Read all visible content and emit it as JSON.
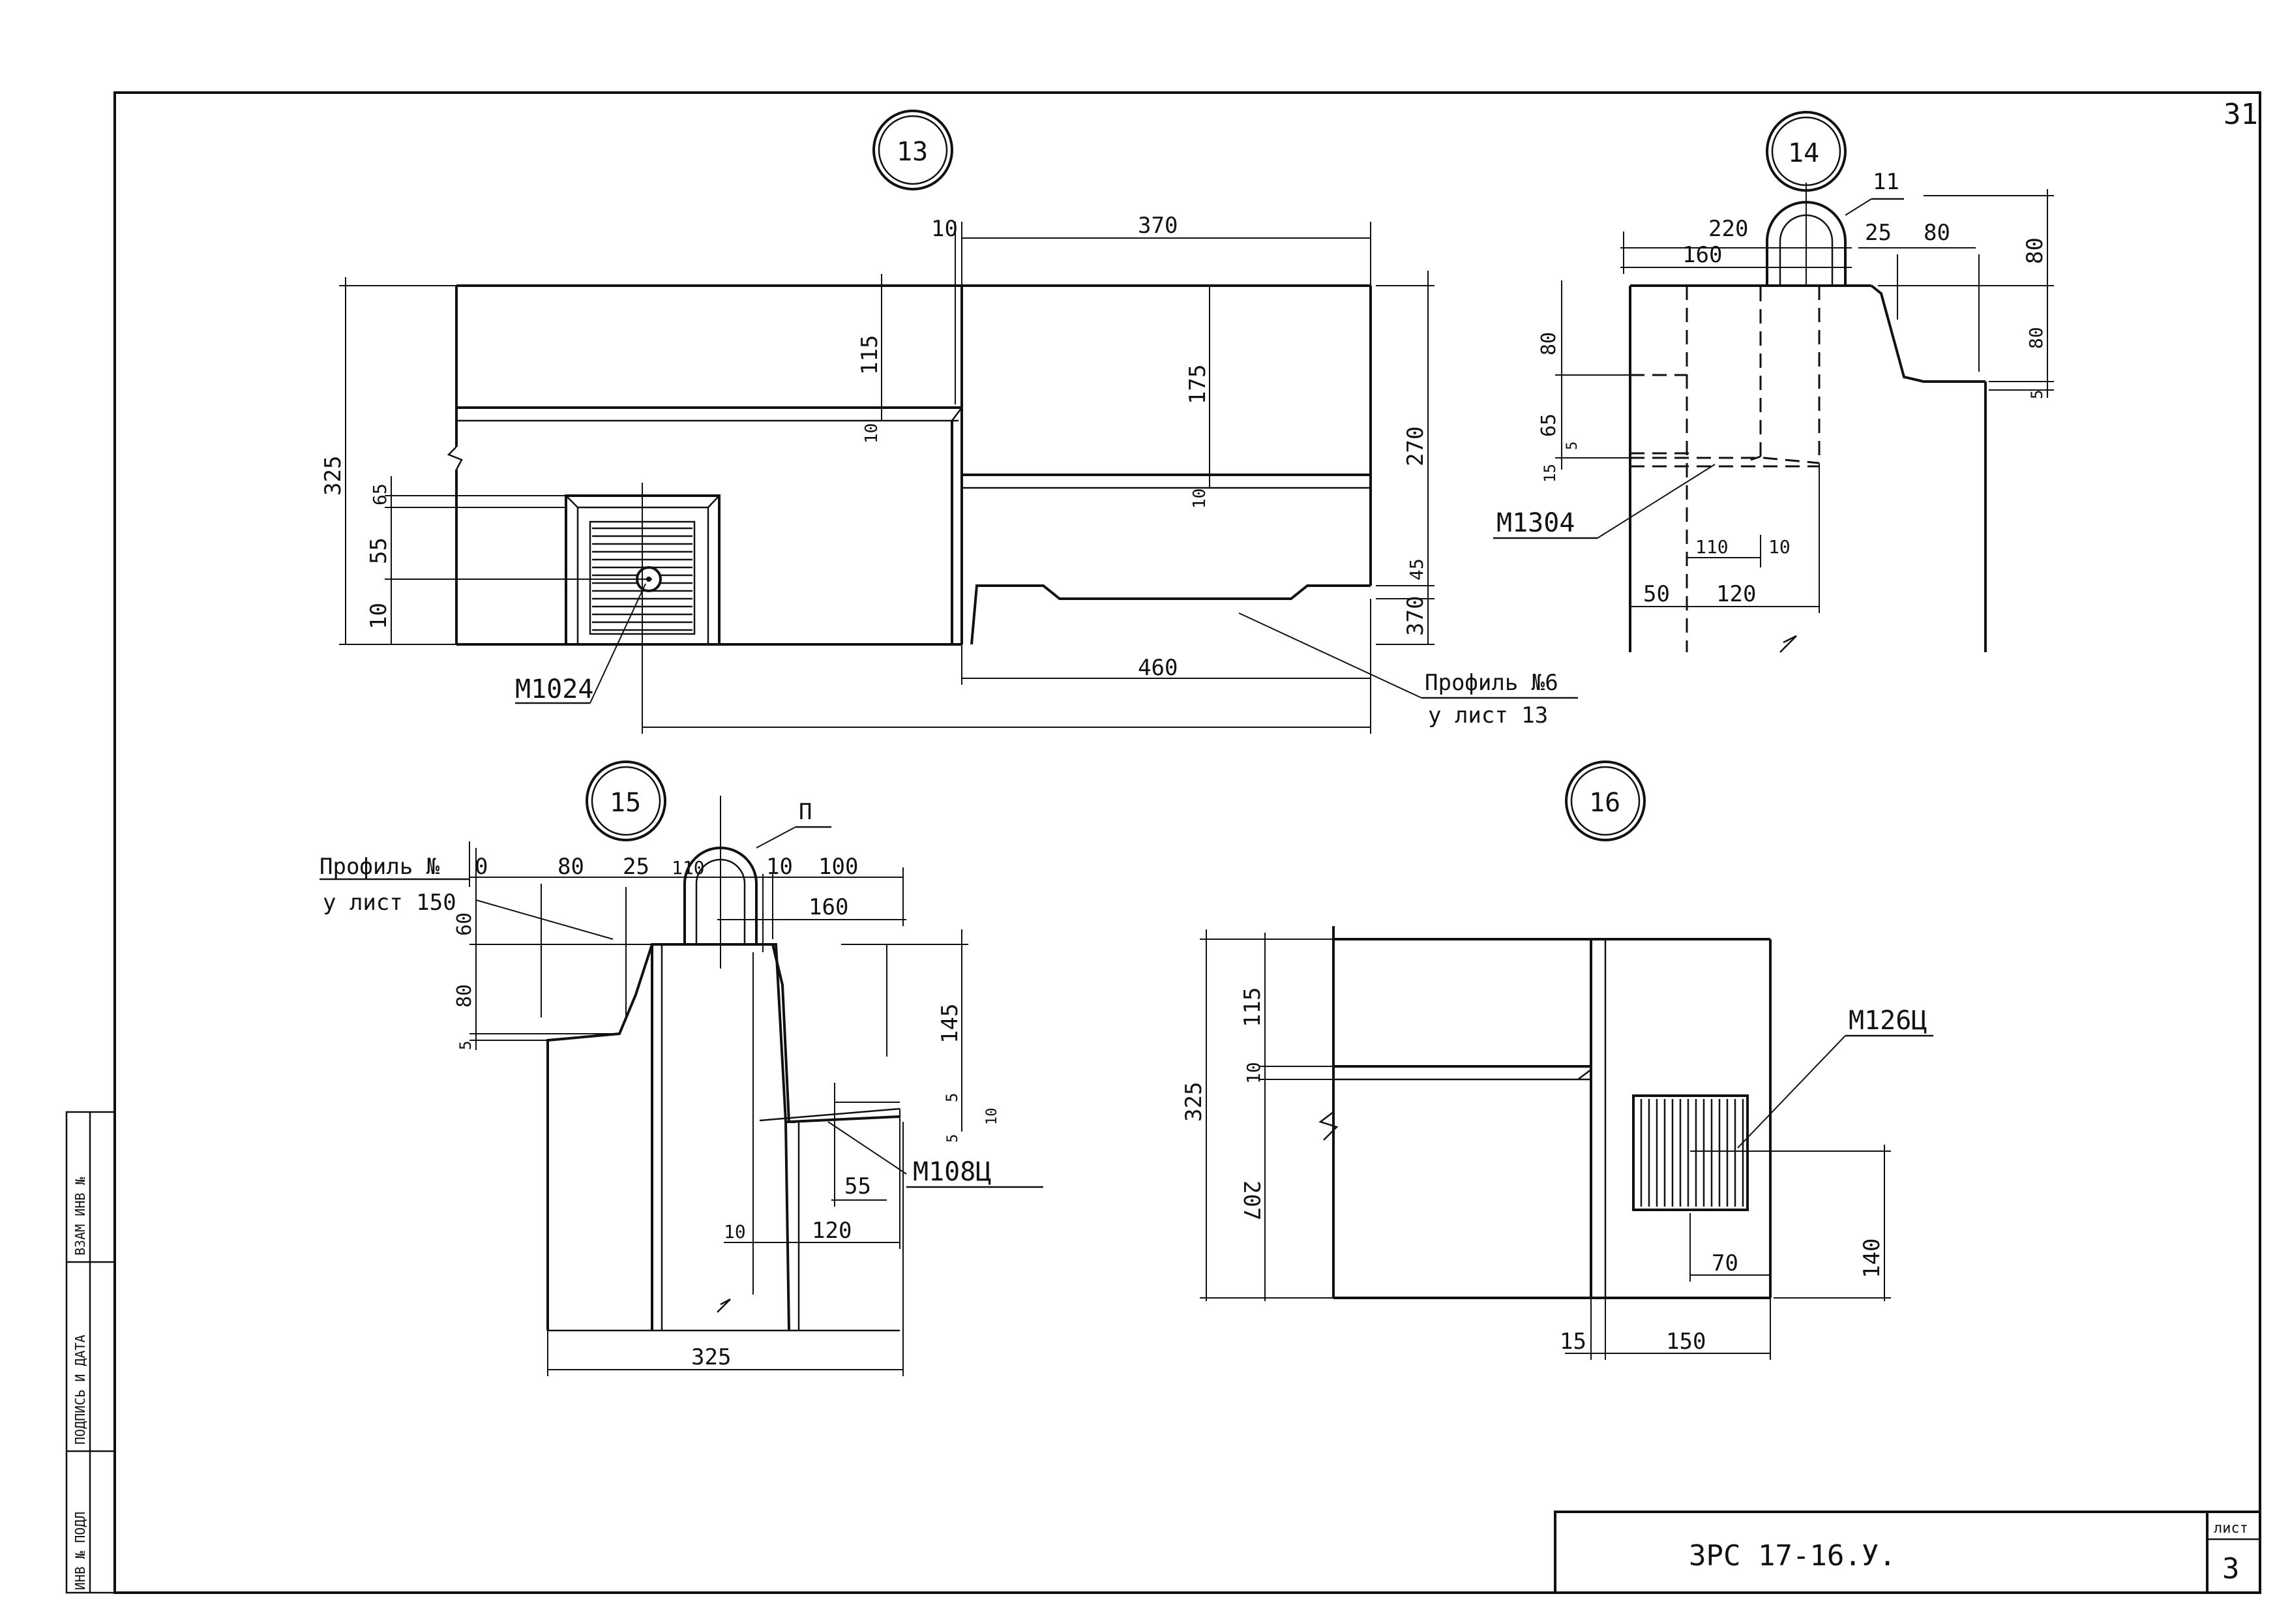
{
  "sheet_number": "31",
  "code": "3РС 17-16.У.",
  "sheet_label": "лист",
  "sheet_no": "3",
  "stamp": {
    "inv_podl": "ИНВ № ПОДЛ",
    "podpis_data": "ПОДПИСЬ И ДАТА",
    "vzam_inv": "ВЗАМ ИНВ №"
  },
  "views": {
    "v13": {
      "label": "13",
      "dims": [
        "10",
        "370",
        "115",
        "175",
        "270",
        "325",
        "10",
        "10",
        "65",
        "55",
        "10",
        "45",
        "370",
        "460"
      ],
      "callout_emb": "М1024",
      "callout_prof_1": "Профиль №6",
      "callout_prof_2": "у лист 13"
    },
    "v14": {
      "label": "14",
      "dims": [
        "220",
        "160",
        "11",
        "25",
        "80",
        "80",
        "80",
        "5",
        "65",
        "5",
        "15",
        "110",
        "10",
        "50",
        "120"
      ],
      "callout_emb": "М1304"
    },
    "v15": {
      "label": "15",
      "dims": [
        "0",
        "80",
        "25",
        "110",
        "10",
        "100",
        "160",
        "60",
        "80",
        "5",
        "145",
        "5",
        "10",
        "5",
        "55",
        "10",
        "120",
        "325",
        "П"
      ],
      "callout_prof_1": "Профиль №",
      "callout_prof_2": "у лист 150",
      "callout_emb": "М108Ц"
    },
    "v16": {
      "label": "16",
      "dims": [
        "115",
        "10",
        "325",
        "207",
        "70",
        "140",
        "15",
        "150"
      ],
      "callout_emb": "М126Ц"
    }
  }
}
